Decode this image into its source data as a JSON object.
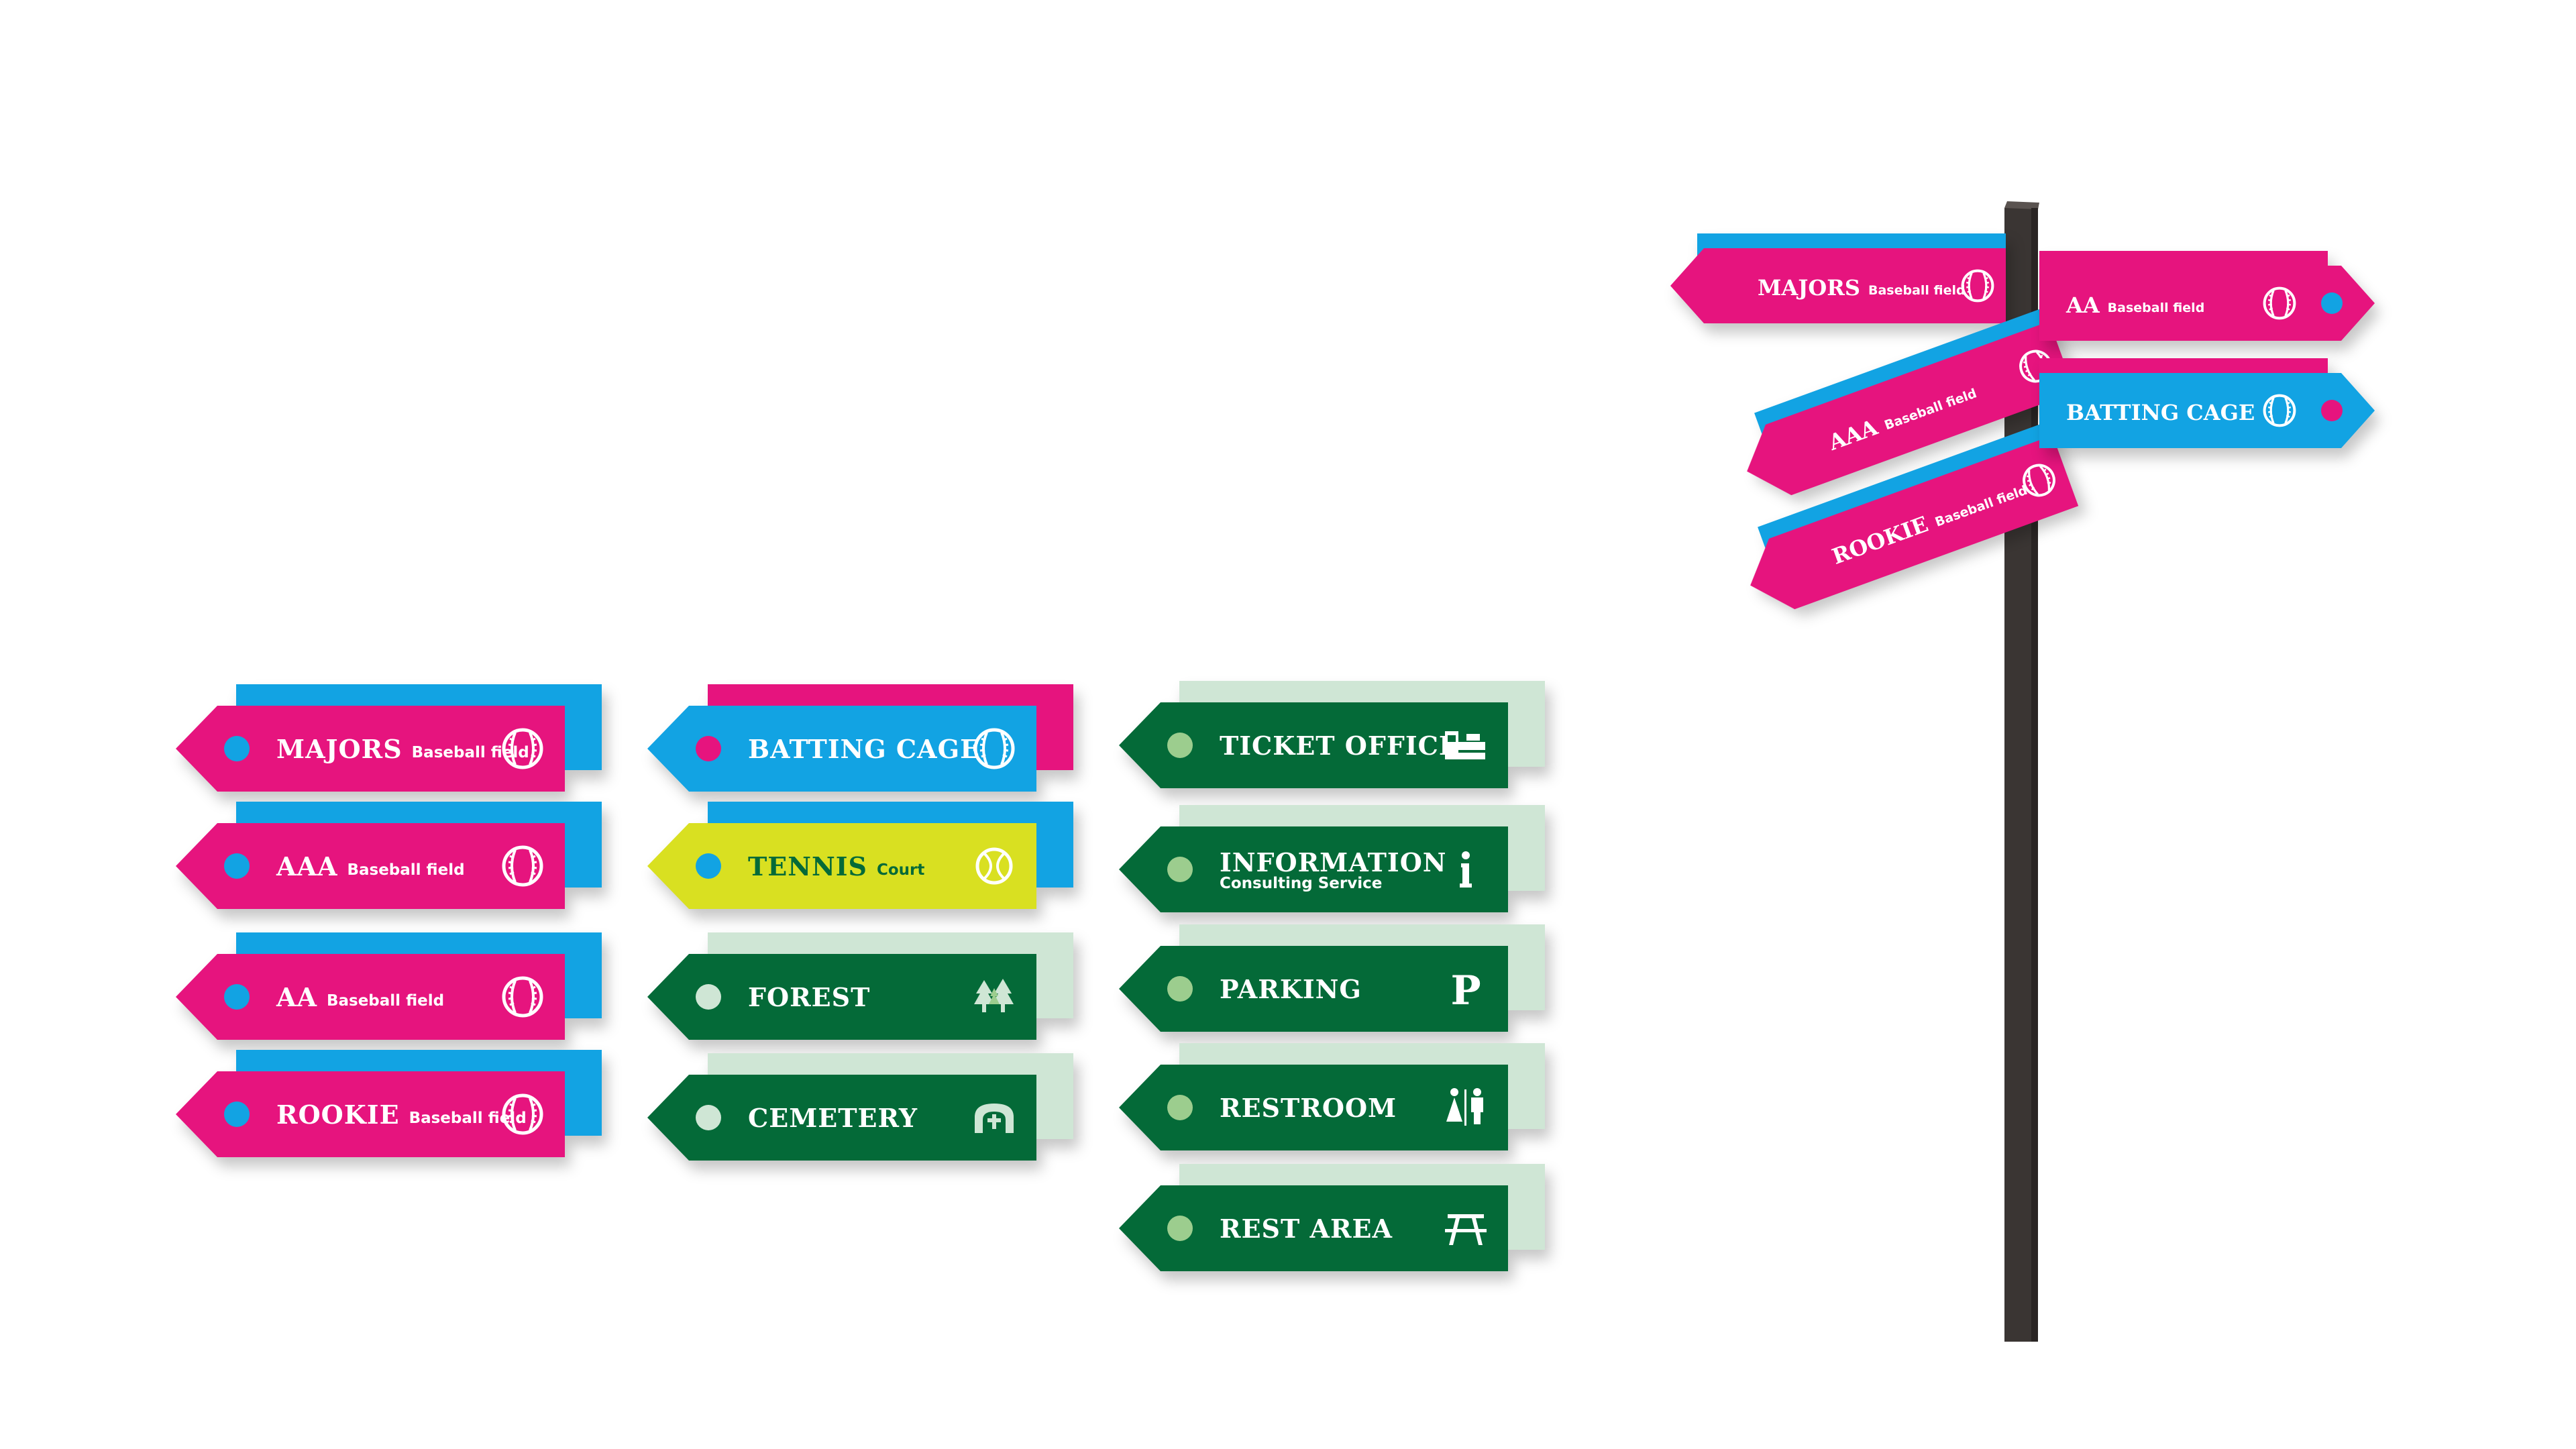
{
  "colors": {
    "magenta": "#e6147e",
    "blue": "#12a3e3",
    "lime": "#d9e021",
    "dark_green": "#046a38",
    "pale_green": "#cfe6d5",
    "light_green_dot": "#9ccd8e",
    "pole": "#3a3533"
  },
  "baseball_signs": [
    {
      "title": "MAJORS",
      "sub": "Baseball field",
      "icon": "baseball-icon"
    },
    {
      "title": "AAA",
      "sub": "Baseball field",
      "icon": "baseball-icon"
    },
    {
      "title": "AA",
      "sub": "Baseball field",
      "icon": "baseball-icon"
    },
    {
      "title": "ROOKIE",
      "sub": "Baseball field",
      "icon": "baseball-icon"
    }
  ],
  "middle_signs": [
    {
      "title": "BATTING CAGE",
      "sub": "",
      "icon": "baseball-icon"
    },
    {
      "title": "TENNIS",
      "sub": "Court",
      "icon": "tennis-ball-icon"
    },
    {
      "title": "FOREST",
      "sub": "",
      "icon": "trees-icon"
    },
    {
      "title": "CEMETERY",
      "sub": "",
      "icon": "gravestone-icon"
    }
  ],
  "facility_signs": [
    {
      "title": "TICKET OFFICE",
      "sub": "",
      "icon": "ticket-booth-icon"
    },
    {
      "title": "INFORMATION",
      "sub": "Consulting Service",
      "icon": "info-icon"
    },
    {
      "title": "PARKING",
      "sub": "",
      "icon": "parking-icon"
    },
    {
      "title": "RESTROOM",
      "sub": "",
      "icon": "restroom-icon"
    },
    {
      "title": "REST AREA",
      "sub": "",
      "icon": "picnic-table-icon"
    }
  ],
  "signpost": {
    "left": [
      {
        "title": "MAJORS",
        "sub": "Baseball field"
      },
      {
        "title": "AAA",
        "sub": "Baseball field"
      },
      {
        "title": "ROOKIE",
        "sub": "Baseball field"
      }
    ],
    "right": [
      {
        "title": "AA",
        "sub": "Baseball field"
      },
      {
        "title": "BATTING CAGE",
        "sub": ""
      }
    ]
  }
}
